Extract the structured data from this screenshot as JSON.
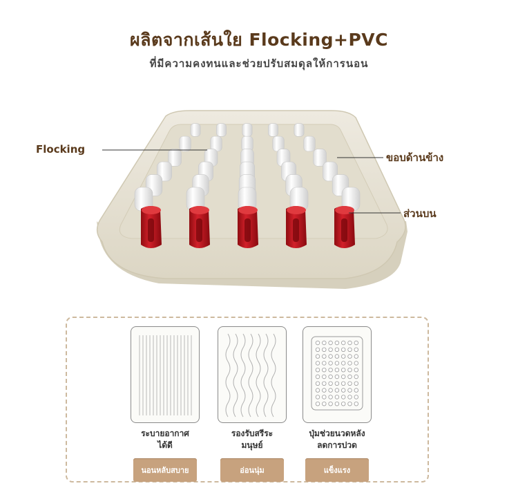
{
  "header": {
    "title": "ผลิตจากเส้นใย Flocking+PVC",
    "subtitle": "ที่มีความคงทนและช่วยปรับสมดุลให้การนอน"
  },
  "diagram": {
    "labels": {
      "flocking": "Flocking",
      "side_edge": "ขอบด้านข้าง",
      "red_part": "ส่วนบน"
    },
    "colors": {
      "brand_brown": "#5a3a1c",
      "tray": "#e8e4d6",
      "peg_white": "#f2f2f2",
      "peg_red": "#c0161d",
      "button": "#c7a27e"
    }
  },
  "features": [
    {
      "icon": "vertical-lines-pattern-icon",
      "desc": [
        "ระบายอากาศ",
        "ได้ดี"
      ],
      "button": "นอนหลับสบาย"
    },
    {
      "icon": "wavy-lines-pattern-icon",
      "desc": [
        "รองรับสรีระ",
        "มนุษย์"
      ],
      "button": "อ่อนนุ่ม"
    },
    {
      "icon": "dot-grid-pattern-icon",
      "desc": [
        "ปุ่มช่วยนวดหลัง",
        "ลดการปวด"
      ],
      "button": "แข็งแรง"
    }
  ]
}
